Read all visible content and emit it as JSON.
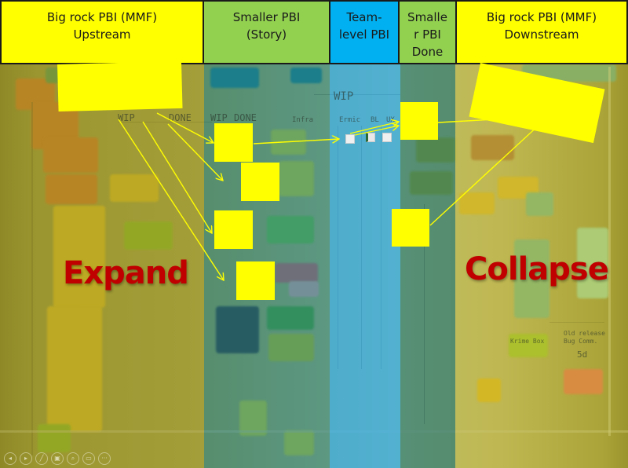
{
  "slide": {
    "headers": [
      {
        "id": "upstream",
        "label": "Big rock PBI (MMF)\nUpstream",
        "color": "#ffff00"
      },
      {
        "id": "story",
        "label": "Smaller PBI\n(Story)",
        "color": "#92d050"
      },
      {
        "id": "team",
        "label": "Team-\nlevel PBI",
        "color": "#00b0f0"
      },
      {
        "id": "done",
        "label": "Smalle\nr PBI\nDone",
        "color": "#92d050"
      },
      {
        "id": "downstream",
        "label": "Big rock PBI (MMF)\nDownstream",
        "color": "#ffff00"
      }
    ],
    "labels": {
      "expand": "Expand",
      "collapse": "Collapse",
      "label_color": "#c00000"
    },
    "whiteboard_text": {
      "wip_left": "WIP",
      "done_left": "DONE",
      "wip_story": "WIP",
      "done_story": "DONE",
      "wip_team": "WIP",
      "team_cols": [
        "Infra",
        "Ermic",
        "BL",
        "UX"
      ],
      "old_release": "Old release\nBug Comm.",
      "old_release_sd": "5d",
      "krime_box": "Krime Box"
    },
    "marker_color": "#ffff00",
    "arrow_color": "#ffff00"
  },
  "toolbar": {
    "buttons": [
      {
        "id": "prev",
        "icon": "◂",
        "name": "previous-slide-icon"
      },
      {
        "id": "next",
        "icon": "▸",
        "name": "next-slide-icon"
      },
      {
        "id": "pen",
        "icon": "╱",
        "name": "pen-icon"
      },
      {
        "id": "slides",
        "icon": "▣",
        "name": "see-all-slides-icon"
      },
      {
        "id": "zoom",
        "icon": "⌕",
        "name": "zoom-icon"
      },
      {
        "id": "screen",
        "icon": "▭",
        "name": "screen-options-icon"
      },
      {
        "id": "more",
        "icon": "···",
        "name": "more-options-icon"
      }
    ]
  }
}
